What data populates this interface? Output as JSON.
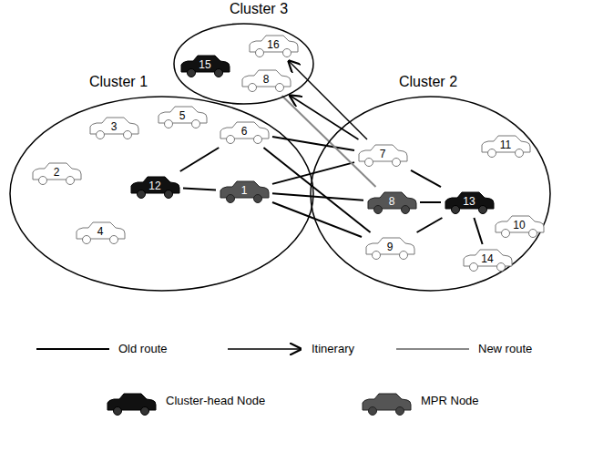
{
  "diagram": {
    "nodes": [
      {
        "text": [
          "Cluster 3"
        ]
      },
      {
        "text": [
          "15"
        ],
        "in": 0
      },
      {
        "text": [
          "16"
        ],
        "in": 0
      },
      {
        "text": [
          "8"
        ],
        "in": 0
      },
      {
        "text": [
          "Cluster 1"
        ]
      },
      {
        "text": [
          "3"
        ],
        "in": 4
      },
      {
        "text": [
          "5"
        ],
        "in": 4
      },
      {
        "text": [
          "2"
        ],
        "in": 4
      },
      {
        "text": [
          "6"
        ],
        "in": 4
      },
      {
        "text": [
          "12"
        ],
        "in": 4
      },
      {
        "text": [
          "4"
        ],
        "in": 4
      },
      {
        "text": [
          "1"
        ],
        "in": 4
      },
      {
        "text": [
          "Cluster 2"
        ]
      },
      {
        "text": [
          "7"
        ],
        "in": 12
      },
      {
        "text": [
          "11"
        ],
        "in": 12
      },
      {
        "text": [
          "8"
        ],
        "in": 12
      },
      {
        "text": [
          "13"
        ],
        "in": 12
      },
      {
        "text": [
          "10"
        ],
        "in": 12
      },
      {
        "text": [
          "9"
        ],
        "in": 12
      },
      {
        "text": [
          "14"
        ],
        "in": 12
      }
    ],
    "edges": [
      {
        "from": 9,
        "to": 8,
        "arrow": "none"
      },
      {
        "from": 9,
        "to": 11,
        "arrow": "none"
      },
      {
        "from": 8,
        "to": 13,
        "arrow": "none"
      },
      {
        "from": 8,
        "to": 18,
        "arrow": "none"
      },
      {
        "from": 11,
        "to": 13,
        "arrow": "none"
      },
      {
        "from": 11,
        "to": 15,
        "arrow": "none"
      },
      {
        "from": 11,
        "to": 18,
        "arrow": "none"
      },
      {
        "from": 15,
        "to": 16,
        "arrow": "none"
      },
      {
        "from": 13,
        "to": 16,
        "arrow": "none"
      },
      {
        "from": 18,
        "to": 16,
        "arrow": "none"
      },
      {
        "from": 19,
        "to": 16,
        "arrow": "none"
      },
      {
        "from": 13,
        "to": 2,
        "arrow": "to"
      },
      {
        "from": 13,
        "to": 3,
        "arrow": "to"
      },
      {
        "from": 15,
        "to": 3,
        "arrow": "none"
      }
    ],
    "legend": [
      {
        "text": "Old route"
      },
      {
        "text": "Itinerary"
      },
      {
        "text": "New route"
      },
      {
        "text": "Cluster-head Node"
      },
      {
        "text": "MPR Node"
      }
    ]
  }
}
